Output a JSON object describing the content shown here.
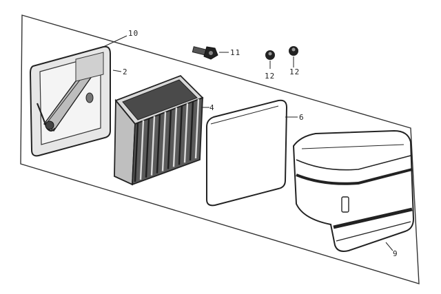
{
  "diagram": {
    "callouts": [
      {
        "id": "c10",
        "text": "10"
      },
      {
        "id": "c2",
        "text": "2"
      },
      {
        "id": "c11",
        "text": "11"
      },
      {
        "id": "c12a",
        "text": "12"
      },
      {
        "id": "c12b",
        "text": "12"
      },
      {
        "id": "c4",
        "text": "4"
      },
      {
        "id": "c6",
        "text": "6"
      },
      {
        "id": "c9",
        "text": "9"
      }
    ]
  }
}
